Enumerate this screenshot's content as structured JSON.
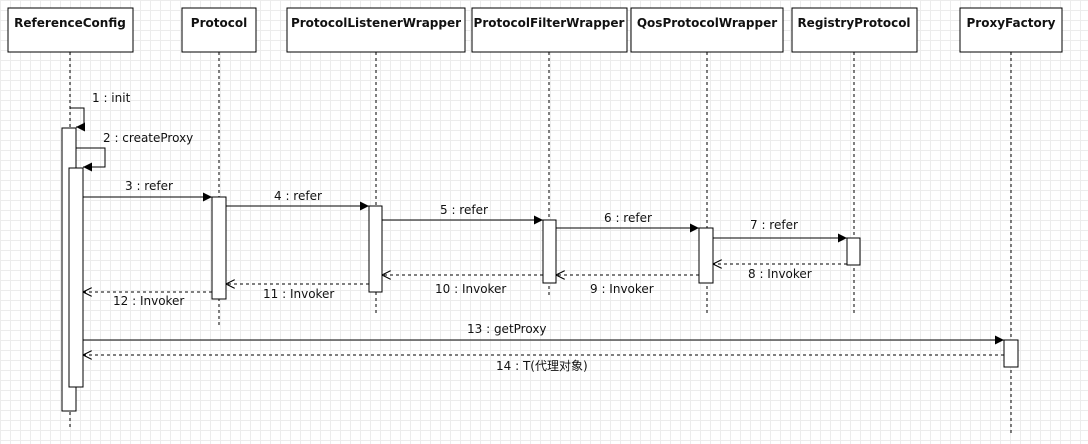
{
  "participants": [
    {
      "id": "p0",
      "name": "ReferenceConfig"
    },
    {
      "id": "p1",
      "name": "Protocol"
    },
    {
      "id": "p2",
      "name": "ProtocolListenerWrapper"
    },
    {
      "id": "p3",
      "name": "ProtocolFilterWrapper"
    },
    {
      "id": "p4",
      "name": "QosProtocolWrapper"
    },
    {
      "id": "p5",
      "name": "RegistryProtocol"
    },
    {
      "id": "p6",
      "name": "ProxyFactory"
    }
  ],
  "messages": [
    {
      "label": "1 : init",
      "from": "p0",
      "to": "p0",
      "kind": "self"
    },
    {
      "label": "2 : createProxy",
      "from": "p0",
      "to": "p0",
      "kind": "self"
    },
    {
      "label": "3 : refer",
      "from": "p0",
      "to": "p1",
      "kind": "call"
    },
    {
      "label": "4 : refer",
      "from": "p1",
      "to": "p2",
      "kind": "call"
    },
    {
      "label": "5 : refer",
      "from": "p2",
      "to": "p3",
      "kind": "call"
    },
    {
      "label": "6 : refer",
      "from": "p3",
      "to": "p4",
      "kind": "call"
    },
    {
      "label": "7 : refer",
      "from": "p4",
      "to": "p5",
      "kind": "call"
    },
    {
      "label": "8 : Invoker",
      "from": "p5",
      "to": "p4",
      "kind": "return"
    },
    {
      "label": "9 : Invoker",
      "from": "p4",
      "to": "p3",
      "kind": "return"
    },
    {
      "label": "10 : Invoker",
      "from": "p3",
      "to": "p2",
      "kind": "return"
    },
    {
      "label": "11 : Invoker",
      "from": "p2",
      "to": "p1",
      "kind": "return"
    },
    {
      "label": "12 : Invoker",
      "from": "p1",
      "to": "p0",
      "kind": "return"
    },
    {
      "label": "13 : getProxy",
      "from": "p0",
      "to": "p6",
      "kind": "call"
    },
    {
      "label": "14 : T(代理对象)",
      "from": "p6",
      "to": "p0",
      "kind": "return"
    }
  ]
}
